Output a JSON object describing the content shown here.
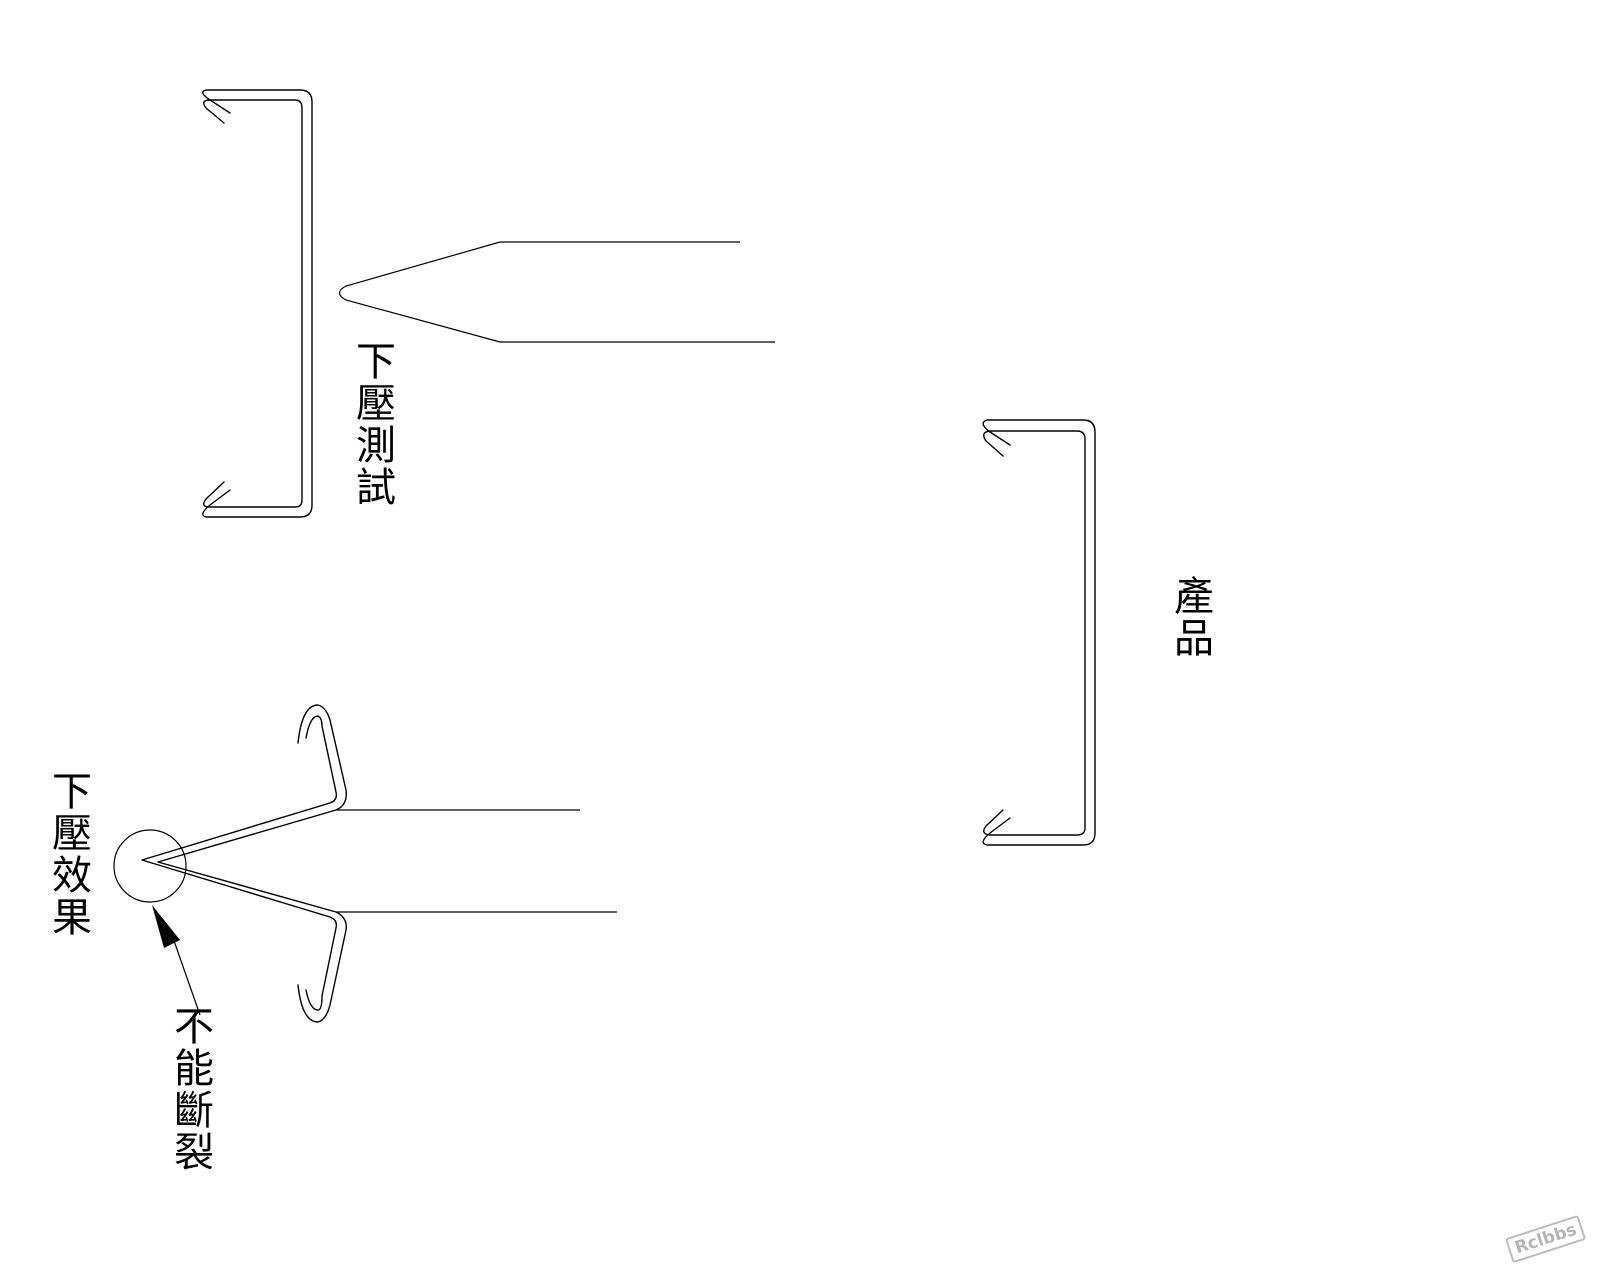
{
  "labels": {
    "press_test": "下壓測試",
    "product": "產品",
    "press_effect": "下壓效果",
    "no_break": "不能斷裂"
  },
  "watermark": "Rclbbs",
  "colors": {
    "line": "#000000",
    "background": "#ffffff",
    "watermark": "#b5b5b5"
  }
}
